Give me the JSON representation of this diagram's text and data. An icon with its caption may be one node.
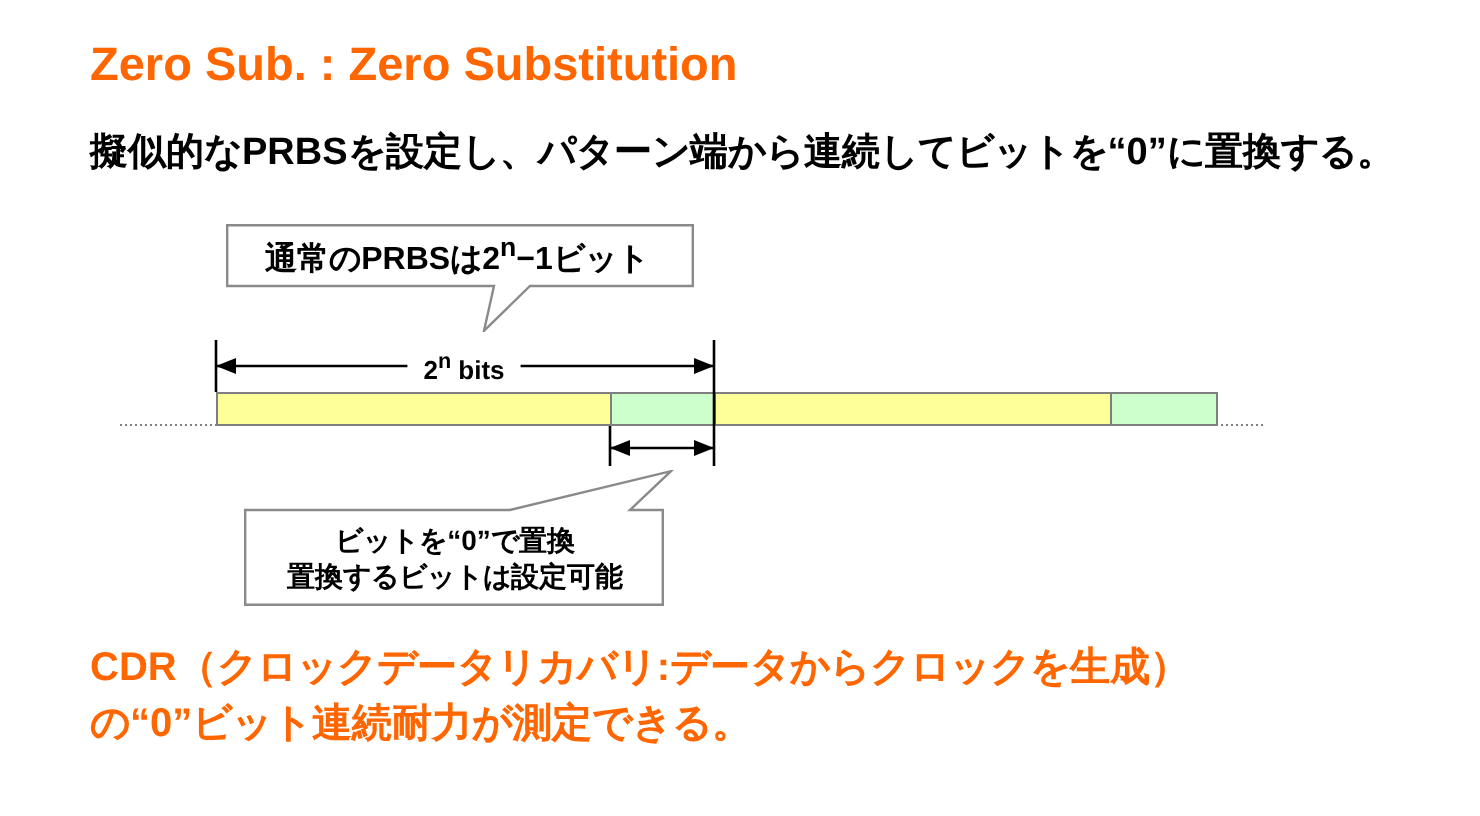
{
  "diagram": {
    "title": "Zero Sub. : Zero Substitution",
    "nodes": [
      {
        "text": [
          "通常のPRBSは2$^{n}$−1ビット"
        ]
      },
      {
        "text": [],
        "shape": "bar"
      },
      {
        "text": [],
        "shape": "bar"
      },
      {
        "text": [],
        "shape": "bar"
      },
      {
        "text": [],
        "shape": "bar"
      },
      {
        "text": [
          "ビットを“0”で置換",
          "置換するビットは設定可能"
        ]
      }
    ],
    "labels": [
      "擬似的なPRBSを設定し、パターン端から連続してビットを“0”に置換する。",
      "2$^{n}$ bits",
      "CDR（クロックデータリカバリ:データからクロックを生成）の“0”ビット連続耐力が測定できる。"
    ]
  }
}
